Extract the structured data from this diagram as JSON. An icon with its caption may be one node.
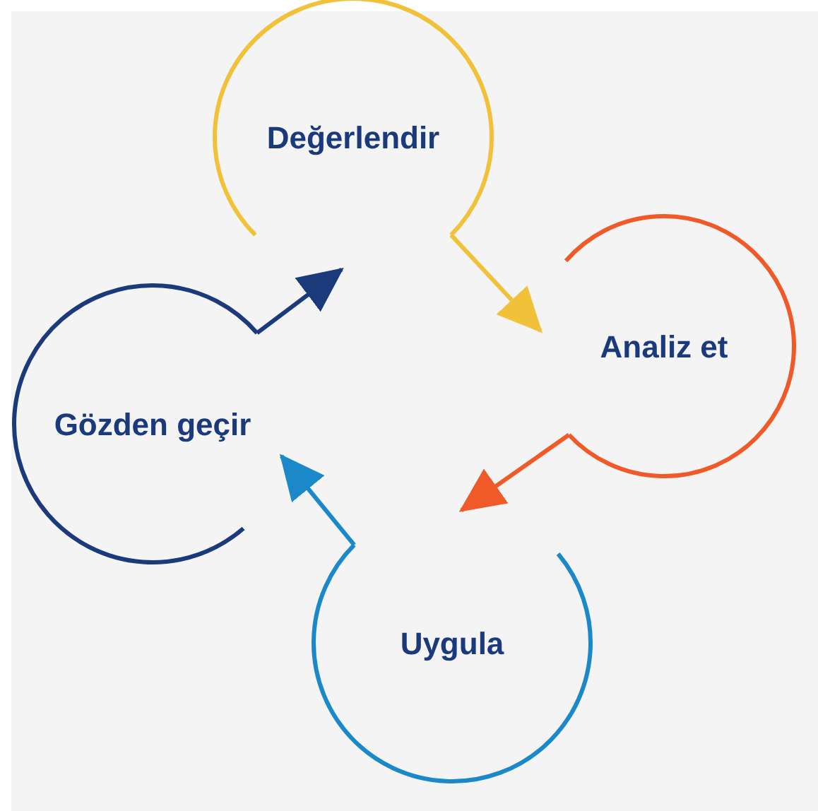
{
  "diagram": {
    "nodes": [
      {
        "text": [
          "Değerlendir"
        ]
      },
      {
        "text": [
          "Analiz et"
        ]
      },
      {
        "text": [
          "Uygula"
        ]
      },
      {
        "text": [
          "Gözden geçir"
        ]
      }
    ],
    "edges": [
      {
        "from": 0,
        "to": 1,
        "arrow": "to",
        "color": "#f2c13a"
      },
      {
        "from": 1,
        "to": 2,
        "arrow": "to",
        "color": "#ef5a28"
      },
      {
        "from": 2,
        "to": 3,
        "arrow": "to",
        "color": "#1a88c9"
      },
      {
        "from": 3,
        "to": 0,
        "arrow": "to",
        "color": "#1b3a7c"
      }
    ]
  }
}
